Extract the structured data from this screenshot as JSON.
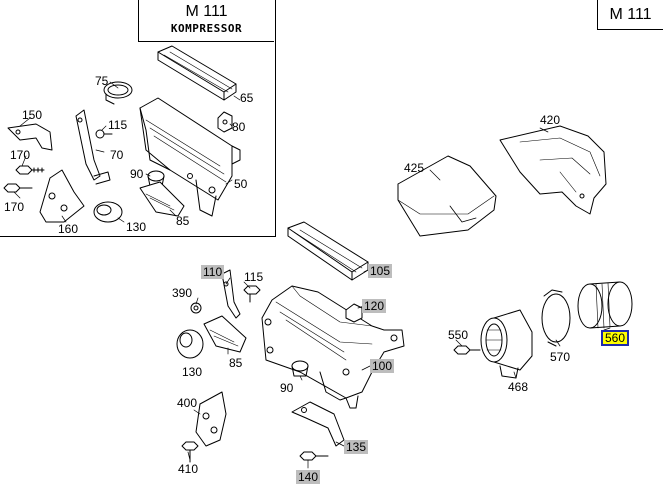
{
  "inset": {
    "model": "M 111",
    "brand": "KOMPRESSOR",
    "callouts": [
      {
        "id": "75",
        "text": "75"
      },
      {
        "id": "65",
        "text": "65"
      },
      {
        "id": "150",
        "text": "150"
      },
      {
        "id": "115",
        "text": "115"
      },
      {
        "id": "80",
        "text": "80"
      },
      {
        "id": "170a",
        "text": "170"
      },
      {
        "id": "70",
        "text": "70"
      },
      {
        "id": "90",
        "text": "90"
      },
      {
        "id": "50",
        "text": "50"
      },
      {
        "id": "170b",
        "text": "170"
      },
      {
        "id": "85",
        "text": "85"
      },
      {
        "id": "160",
        "text": "160"
      },
      {
        "id": "130",
        "text": "130"
      }
    ]
  },
  "main": {
    "model": "M 111",
    "callouts": [
      {
        "id": "420",
        "text": "420"
      },
      {
        "id": "425",
        "text": "425"
      },
      {
        "id": "105",
        "text": "105",
        "highlighted": true
      },
      {
        "id": "110",
        "text": "110",
        "highlighted": true
      },
      {
        "id": "115",
        "text": "115"
      },
      {
        "id": "390",
        "text": "390"
      },
      {
        "id": "120",
        "text": "120",
        "highlighted": true
      },
      {
        "id": "550",
        "text": "550"
      },
      {
        "id": "560",
        "text": "560",
        "selected": true
      },
      {
        "id": "130",
        "text": "130"
      },
      {
        "id": "85",
        "text": "85"
      },
      {
        "id": "100",
        "text": "100",
        "highlighted": true
      },
      {
        "id": "570",
        "text": "570"
      },
      {
        "id": "90",
        "text": "90"
      },
      {
        "id": "468",
        "text": "468"
      },
      {
        "id": "400",
        "text": "400"
      },
      {
        "id": "135",
        "text": "135",
        "highlighted": true
      },
      {
        "id": "410",
        "text": "410"
      },
      {
        "id": "140",
        "text": "140",
        "highlighted": true
      }
    ]
  },
  "colors": {
    "highlight": "#bdbdbd",
    "selected_fill": "#ffff00",
    "selected_border": "#1f2aa8"
  }
}
